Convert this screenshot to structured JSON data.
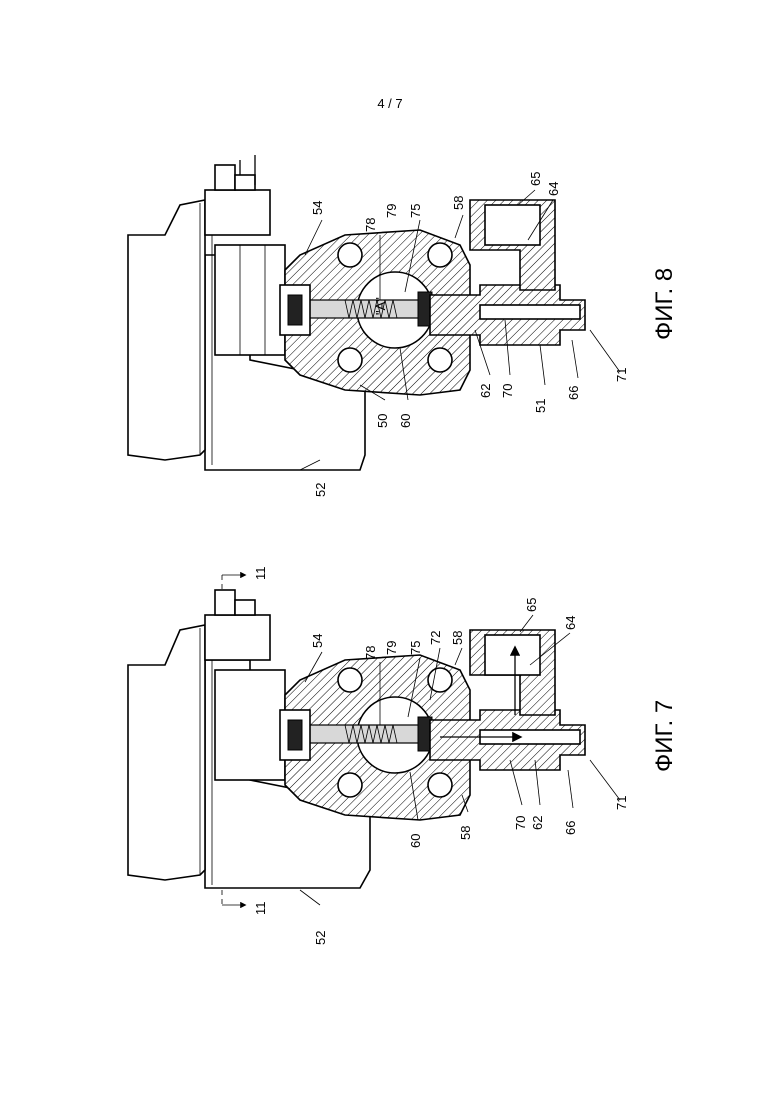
{
  "page_number": "4 / 7",
  "figures": [
    {
      "caption": "ФИГ. 8",
      "section_mark": "\"A\"",
      "labels": [
        "65",
        "64",
        "54",
        "78",
        "79",
        "75",
        "58",
        "50",
        "60",
        "62",
        "70",
        "51",
        "66",
        "71",
        "52"
      ]
    },
    {
      "caption": "ФИГ. 7",
      "section_marks": [
        "11",
        "11"
      ],
      "labels": [
        "54",
        "78",
        "79",
        "72",
        "75",
        "58",
        "65",
        "64",
        "52",
        "60",
        "58",
        "70",
        "62",
        "66",
        "71"
      ]
    }
  ]
}
